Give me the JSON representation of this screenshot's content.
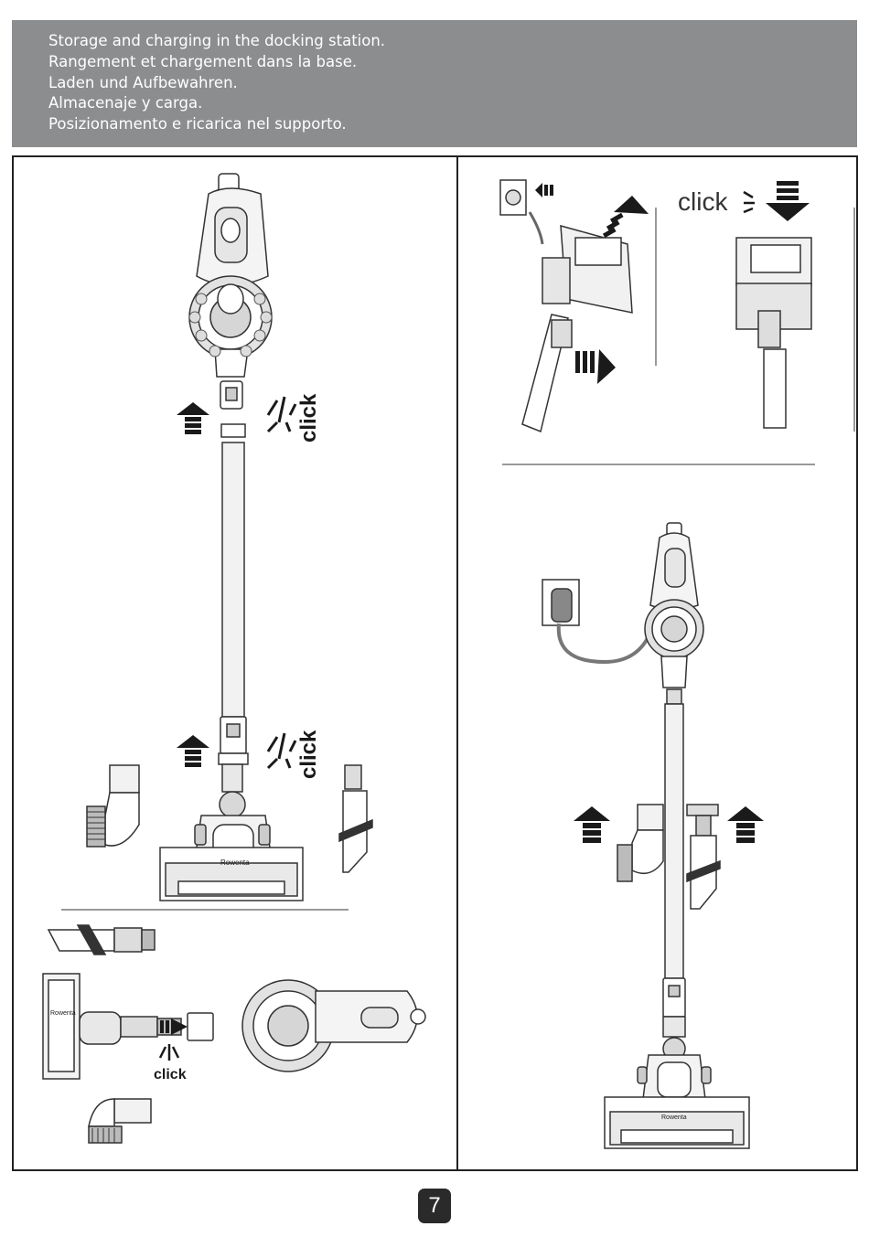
{
  "header": {
    "lines": [
      "Storage and charging in the docking station.",
      "Rangement et chargement dans la base.",
      "Laden und Aufbewahren.",
      "Almacenaje y carga.",
      "Posizionamento e ricarica nel supporto."
    ]
  },
  "labels": {
    "click_upper": "click",
    "click_lower": "click",
    "click_side": "click",
    "click_dock": "click"
  },
  "brand": {
    "badge_main": "Rowenta",
    "badge_side": "Rowenta",
    "badge_right": "Rowenta"
  },
  "page_number": "7"
}
